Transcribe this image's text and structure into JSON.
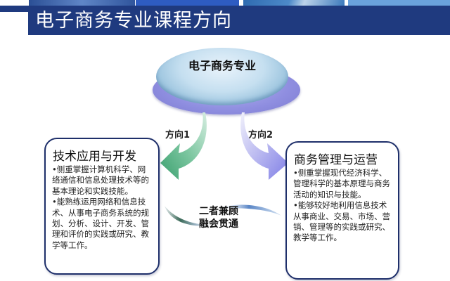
{
  "header": {
    "title": "电子商务专业课程方向"
  },
  "center_node": {
    "label": "电子商务专业"
  },
  "directions": [
    {
      "label": "方向1",
      "color": "#3fa877"
    },
    {
      "label": "方向2",
      "color": "#8f8ef0"
    }
  ],
  "boxes": [
    {
      "title": "技术应用与开发",
      "bullets": [
        "•侧重掌握计算机科学、网络通信和信息处理技术等的基本理论和实践技能。",
        "•能熟练运用网络和信息技术、从事电子商务系统的规划、分析、设计、开发、管理和评价的实践或研究、教学等工作。"
      ]
    },
    {
      "title": "商务管理与运营",
      "bullets": [
        "•侧重掌握现代经济科学、管理科学的基本原理与商务活动的知识与技能。",
        "•能够较好地利用信息技术从事商业、交易、市场、营销、管理等的实践或研究、教学等工作。"
      ]
    }
  ],
  "center_text": {
    "line1": "二者兼顾",
    "line2": "融会贯通"
  },
  "colors": {
    "title_bar": "#1f3a7f",
    "box_border": "#1e2f6a"
  }
}
